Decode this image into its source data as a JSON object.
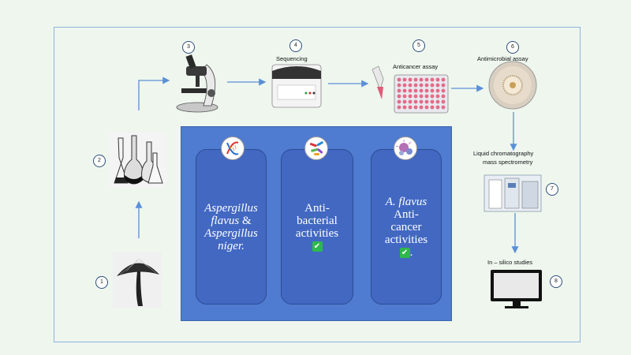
{
  "steps": [
    {
      "num": "1",
      "icon": "fungus-icon"
    },
    {
      "num": "2",
      "icon": "flasks-icon"
    },
    {
      "num": "3",
      "icon": "microscope-icon"
    },
    {
      "num": "4",
      "label": "Sequencing",
      "icon": "sequencer-icon"
    },
    {
      "num": "5",
      "label": "Anticancer assay",
      "icon": "microplate-icon"
    },
    {
      "num": "6",
      "label": "Antimicrobial assay",
      "icon": "petri-dish-icon"
    },
    {
      "num": "7",
      "label_line1": "Liquid chromatography",
      "label_line2": "mass spectrometry",
      "icon": "lcms-instrument-icon"
    },
    {
      "num": "8",
      "label": "In – silico studies",
      "icon": "monitor-icon"
    }
  ],
  "cards": [
    {
      "icon": "dna-icon",
      "lines": [
        "Aspergillus",
        "flavus",
        "&",
        "Aspergillus",
        "niger."
      ]
    },
    {
      "icon": "bacteria-icon",
      "lines": [
        "Anti-",
        "bacterial",
        "activities"
      ],
      "check": "✔"
    },
    {
      "icon": "cancer-cell-icon",
      "lines": [
        "A. flavus",
        "Anti-",
        "cancer",
        "activities"
      ],
      "check": "✔",
      "suffix": "."
    }
  ],
  "colors": {
    "panel": "#4f7bd0",
    "card": "#4268c2",
    "arrow": "#5b8fd6",
    "frame": "#8fb4dd",
    "check": "#2eb84b"
  }
}
